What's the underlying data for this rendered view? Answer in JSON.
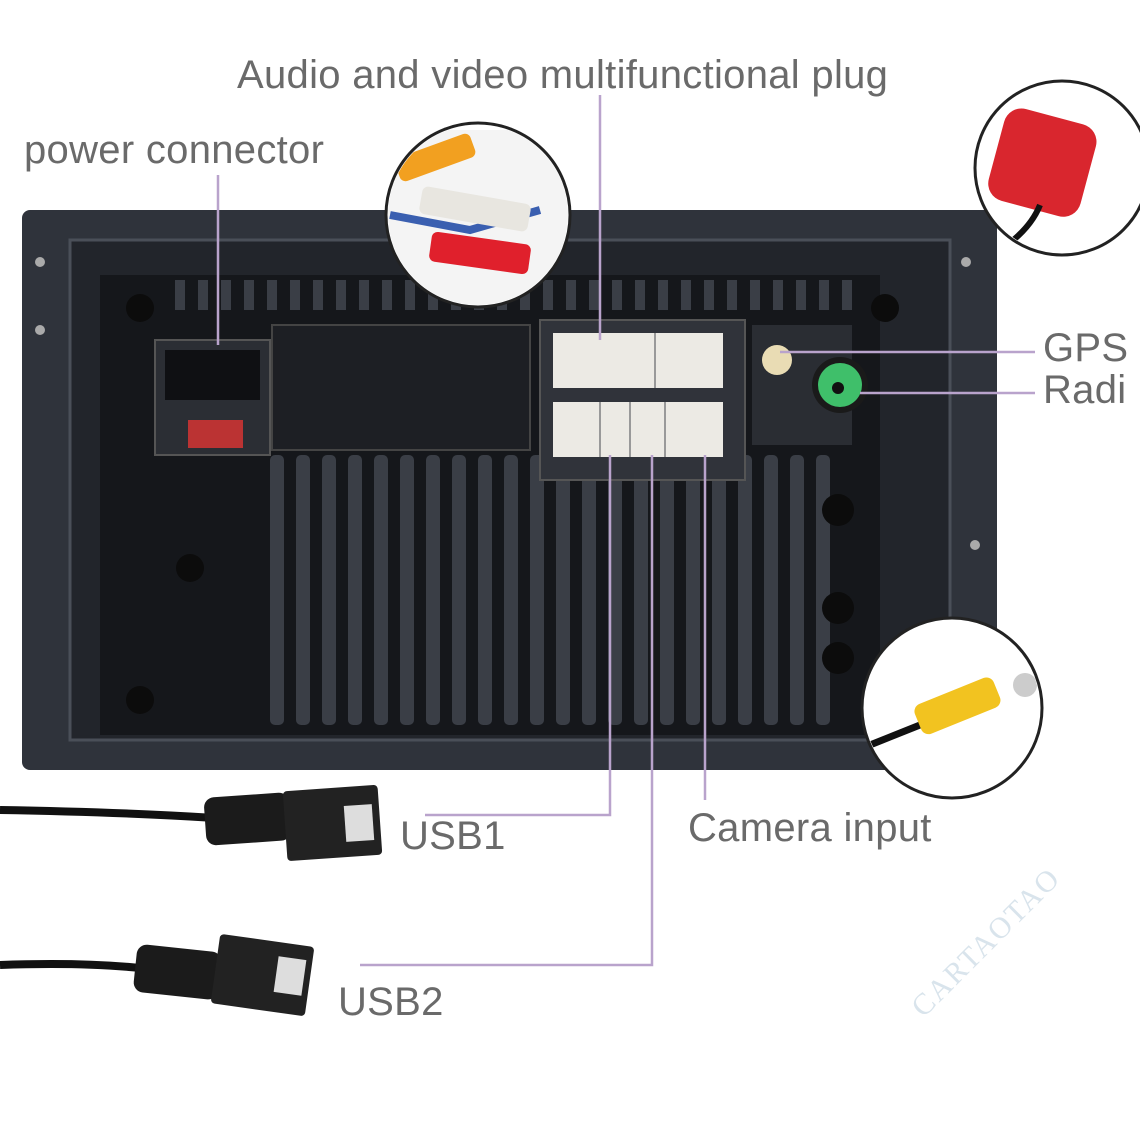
{
  "labels": {
    "av_plug": "Audio and video multifunctional plug",
    "power": "power connector",
    "gps": "GPS",
    "radio": "Radi",
    "usb1": "USB1",
    "usb2": "USB2",
    "camera": "Camera input"
  },
  "watermark": "CARTAOTAO",
  "colors": {
    "label_text": "#6a6a6a",
    "leader_line": "#b9a3cc",
    "panel": "#2c2f36",
    "gps_antenna": "#d9262e",
    "radio_connector": "#3fbf6a",
    "rca_red": "#e0202c",
    "rca_yellow": "#f2c320"
  }
}
